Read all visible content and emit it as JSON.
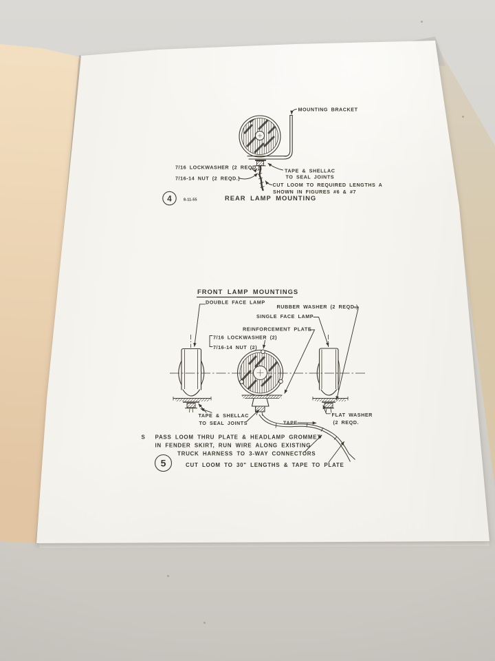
{
  "photo": {
    "surface_color": "#d5d2cc",
    "cover_color": "#e8ceab",
    "page_color": "#f6f4ef",
    "ink_color": "#3b382e"
  },
  "figure_rear": {
    "figure_number": "4",
    "date_code": "8-11-55",
    "title": "REAR LAMP MOUNTING",
    "labels": {
      "mounting_bracket": "MOUNTING BRACKET",
      "lockwasher": "7/16 LOCKWASHER (2 REQD.)",
      "nut": "7/16-14 NUT (2 REQD.)",
      "tape_shellac_line1": "TAPE & SHELLAC",
      "tape_shellac_line2": "TO SEAL JOINTS",
      "cut_loom_line1": "CUT LOOM TO REQUIRED LENGTHS A",
      "cut_loom_line2": "SHOWN IN FIGURES #6 & #7"
    }
  },
  "figure_front": {
    "figure_number": "5",
    "title": "FRONT LAMP MOUNTINGS",
    "labels": {
      "double_face_lamp": "DOUBLE FACE LAMP",
      "rubber_washer": "RUBBER WASHER (2 REQD.)",
      "single_face_lamp": "SINGLE FACE LAMP",
      "reinforcement_plate": "REINFORCEMENT PLATE",
      "lockwasher": "7/16 LOCKWASHER (2)",
      "nut": "7/16-14 NUT (2)",
      "tape_shellac_line1": "TAPE & SHELLAC",
      "tape_shellac_line2": "TO SEAL JOINTS",
      "tape": "TAPE",
      "flat_washer_line1": "FLAT WASHER",
      "flat_washer_line2": "(2 REQD.",
      "note_marker": "S",
      "note_line1": "PASS LOOM THRU PLATE & HEADLAMP GROMMET",
      "note_line2": "IN FENDER SKIRT, RUN WIRE ALONG EXISTING",
      "note_line3": "TRUCK HARNESS TO 3-WAY CONNECTORS",
      "cut_loom": "CUT LOOM TO 30\" LENGTHS & TAPE TO PLATE"
    }
  }
}
